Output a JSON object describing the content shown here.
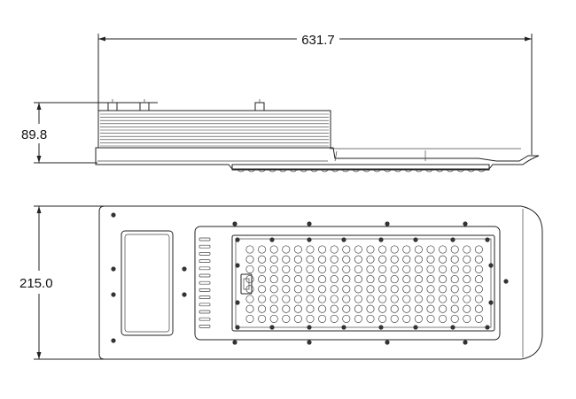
{
  "dimensions": {
    "total_length": "631.7",
    "side_height": "89.8",
    "plan_width": "215.0"
  },
  "led_module": {
    "rows": 8,
    "cols": 20
  },
  "colors": {
    "line": "#222222",
    "background": "#ffffff"
  }
}
